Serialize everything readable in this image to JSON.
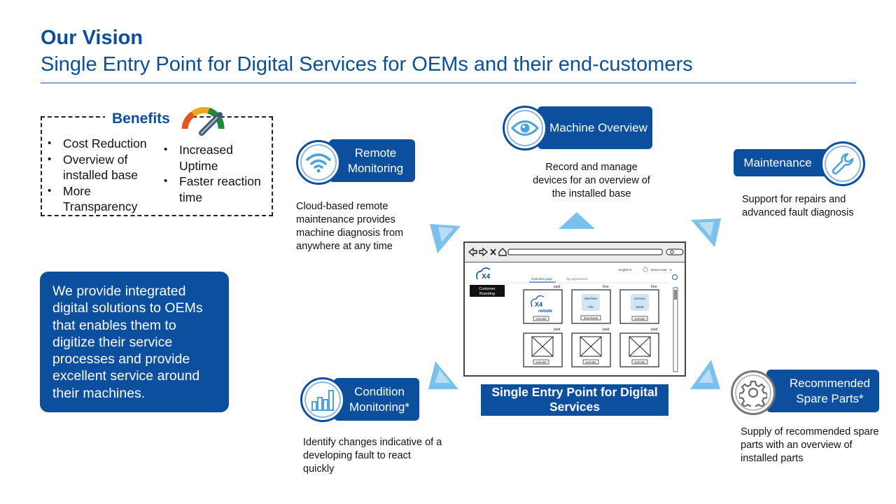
{
  "header": {
    "title": "Our Vision",
    "subtitle": "Single Entry Point for Digital Services for OEMs and their end-customers"
  },
  "benefits": {
    "title": "Benefits",
    "col1": [
      "Cost Reduction",
      "Overview of installed base",
      "More Transparency"
    ],
    "col2": [
      "Increased Uptime",
      "Faster reaction time"
    ],
    "gauge_icon": "speedometer-gauge-icon"
  },
  "vision_statement": "We provide integrated digital solutions to OEMs that enables them to digitize their service processes and provide excellent service around their machines.",
  "services": {
    "remote_monitoring": {
      "label": "Remote Monitoring",
      "icon": "wifi-icon",
      "description": "Cloud-based remote maintenance provides machine diagnosis from anywhere  at any time"
    },
    "machine_overview": {
      "label": "Machine Overview",
      "icon": "eye-icon",
      "description": "Record and manage devices for an overview of the installed base"
    },
    "maintenance": {
      "label": "Maintenance",
      "icon": "wrench-icon",
      "description": "Support for repairs and advanced fault diagnosis"
    },
    "condition_monitoring": {
      "label": "Condition Monitoring*",
      "icon": "bar-chart-icon",
      "description": "Identify  changes indicative of a developing fault to react quickly"
    },
    "spare_parts": {
      "label": "Recommended Spare Parts*",
      "icon": "gear-icon",
      "description": "Supply of recommended spare parts with an overview of installed parts"
    }
  },
  "center": {
    "label": "Single Entry Point for Digital Services",
    "mockup": {
      "logo_text": "X4",
      "language": "English",
      "user": "Demo User",
      "tabs": [
        "Overview page",
        "My applications"
      ],
      "branding_badge": "Customer Branding",
      "tiles": [
        {
          "badge": "paid",
          "name": "remote",
          "button": "activate"
        },
        {
          "badge": "free",
          "name": "Machine File",
          "button": "deactivate"
        },
        {
          "badge": "free",
          "name": "Service Book",
          "button": "activate"
        },
        {
          "badge": "paid",
          "name": "",
          "button": "activate"
        },
        {
          "badge": "paid",
          "name": "",
          "button": "activate"
        },
        {
          "badge": "paid",
          "name": "",
          "button": "activate"
        }
      ]
    }
  },
  "colors": {
    "brand_blue": "#0b4f9e",
    "arrow_blue": "#7cc0ec"
  }
}
